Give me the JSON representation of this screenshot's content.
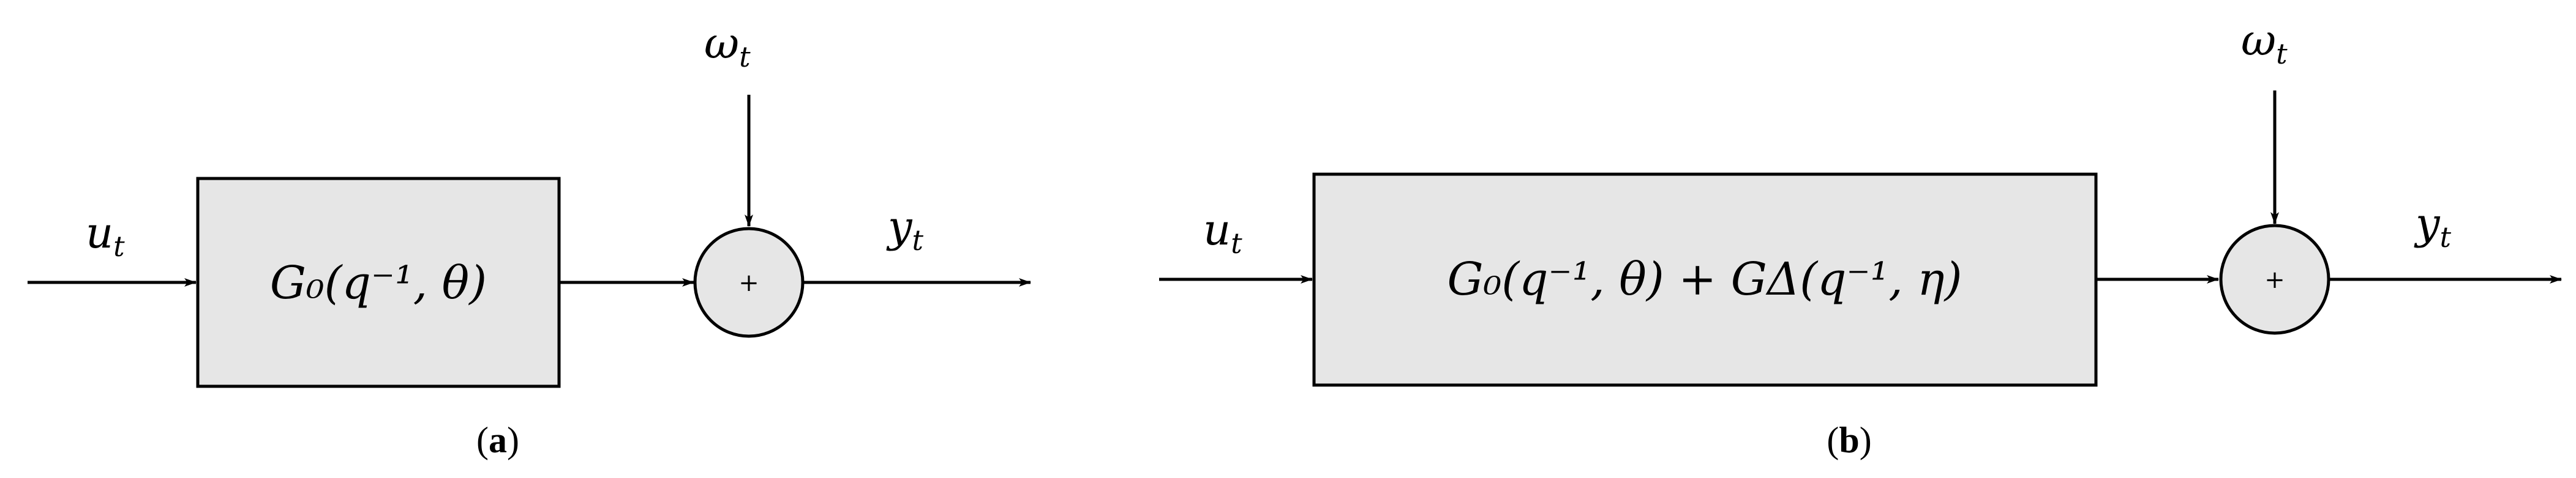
{
  "diagram_a": {
    "input_label": "u",
    "input_sub": "t",
    "block_label": "G₀(q⁻¹, θ)",
    "disturbance_label": "ω",
    "disturbance_sub": "t",
    "sum_symbol": "+",
    "output_label": "y",
    "output_sub": "t",
    "caption_open": "(",
    "caption_letter": "a",
    "caption_close": ")"
  },
  "diagram_b": {
    "input_label": "u",
    "input_sub": "t",
    "block_label": "G₀(q⁻¹, θ) + GΔ(q⁻¹, η)",
    "disturbance_label": "ω",
    "disturbance_sub": "t",
    "sum_symbol": "+",
    "output_label": "y",
    "output_sub": "t",
    "caption_open": "(",
    "caption_letter": "b",
    "caption_close": ")"
  },
  "colors": {
    "block_fill": "#e6e6e6",
    "stroke": "#000000",
    "background": "#ffffff"
  }
}
